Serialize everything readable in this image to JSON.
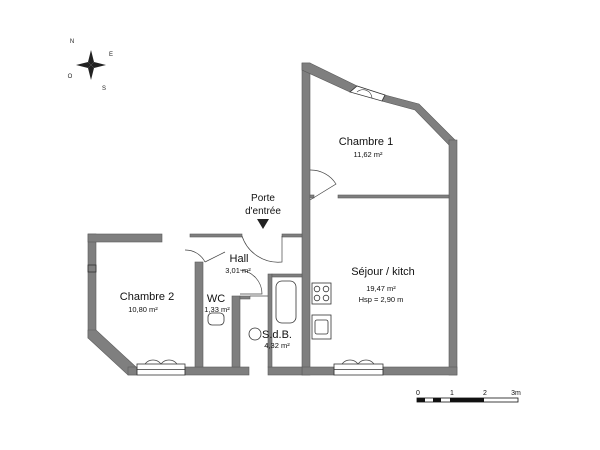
{
  "compass": {
    "n": "N",
    "e": "E",
    "s": "S",
    "o": "O"
  },
  "entrance": {
    "line1": "Porte",
    "line2": "d'entrée"
  },
  "rooms": {
    "chambre1": {
      "name": "Chambre 1",
      "area": "11,62 m²"
    },
    "chambre2": {
      "name": "Chambre 2",
      "area": "10,80 m²"
    },
    "hall": {
      "name": "Hall",
      "area": "3,01 m²"
    },
    "wc": {
      "name": "WC",
      "area": "1,33 m²"
    },
    "sdb": {
      "name": "S.d.B.",
      "area": "4,32 m²"
    },
    "sejour": {
      "name": "Séjour / kitch",
      "area": "19,47 m²",
      "height": "Hsp = 2,90 m"
    }
  },
  "scale": {
    "t0": "0",
    "t1": "1",
    "t2": "2",
    "t3": "3m"
  },
  "colors": {
    "wall": "#7f7f7f",
    "line": "#333333"
  }
}
